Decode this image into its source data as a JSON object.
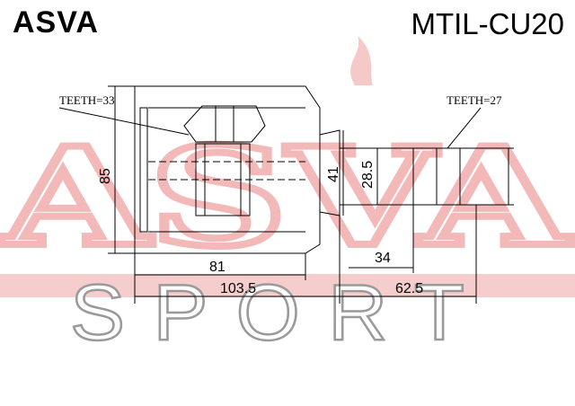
{
  "header": {
    "brand": "ASVA",
    "part_number": "MTIL-CU20"
  },
  "watermark": {
    "letters": "ASVA",
    "band_text": "SPORT",
    "band_color": "#f6cdcd",
    "letter_color": "#f3b9b9"
  },
  "drawing": {
    "left_spline_label": "TEETH=33",
    "right_spline_label": "TEETH=27",
    "dimensions": {
      "housing_diameter": "85",
      "flange_diameter": "41",
      "shaft_diameter": "28.5",
      "housing_length": "81",
      "overall_housing_length": "103.5",
      "shaft_length": "34",
      "overall_shaft_length": "62.5"
    }
  }
}
